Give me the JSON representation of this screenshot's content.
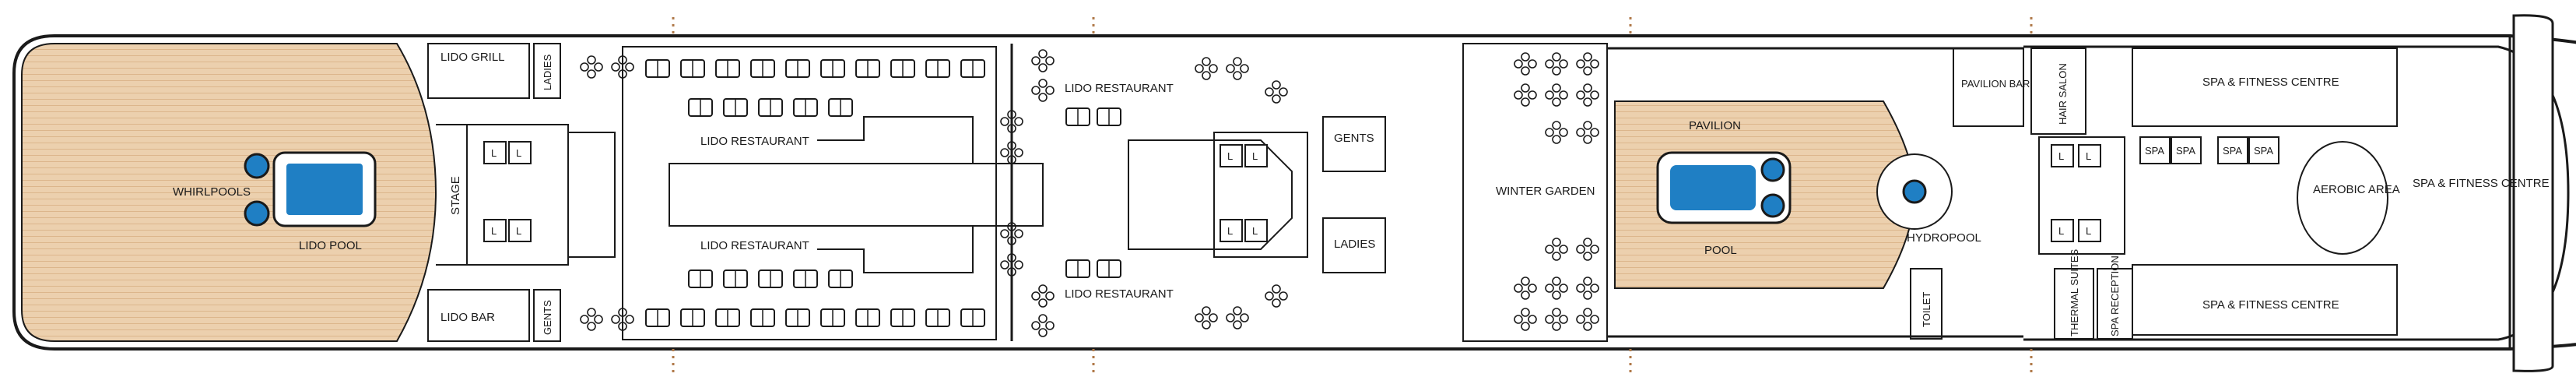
{
  "deck_plan": {
    "labels": {
      "lido_grill": "LIDO GRILL",
      "ladies_top": "LADIES",
      "whirlpools": "WHIRLPOOLS",
      "lido_pool": "LIDO POOL",
      "stage": "STAGE",
      "lido_bar": "LIDO BAR",
      "gents_bottom": "GENTS",
      "lido_restaurant_1": "LIDO RESTAURANT",
      "lido_restaurant_2": "LIDO RESTAURANT",
      "lido_restaurant_3": "LIDO RESTAURANT",
      "lido_restaurant_4": "LIDO RESTAURANT",
      "gents_mid": "GENTS",
      "ladies_mid": "LADIES",
      "winter_garden": "WINTER GARDEN",
      "pavilion": "PAVILION",
      "pool": "POOL",
      "hydropool": "HYDROPOOL",
      "pavilion_bar": "PAVILION BAR",
      "toilet": "TOILET",
      "hair_salon": "HAIR SALON",
      "thermal_suites": "THERMAL SUITES",
      "spa_reception": "SPA RECEPTION",
      "spa_fitness_top": "SPA & FITNESS CENTRE",
      "spa_fitness_bottom": "SPA & FITNESS CENTRE",
      "spa_fitness_right": "SPA & FITNESS CENTRE",
      "aerobic_area": "AEROBIC AREA",
      "spa_1": "SPA",
      "spa_2": "SPA",
      "spa_3": "SPA",
      "spa_4": "SPA",
      "lift": "L"
    },
    "colors": {
      "deck_wood": "#e9c9a5",
      "deck_plank": "#d9b48b",
      "pool_water": "#1f7fc4",
      "pool_rim": "#2f6fa8",
      "wall": "#1a1a1a",
      "marker": "#b07a4a"
    }
  }
}
